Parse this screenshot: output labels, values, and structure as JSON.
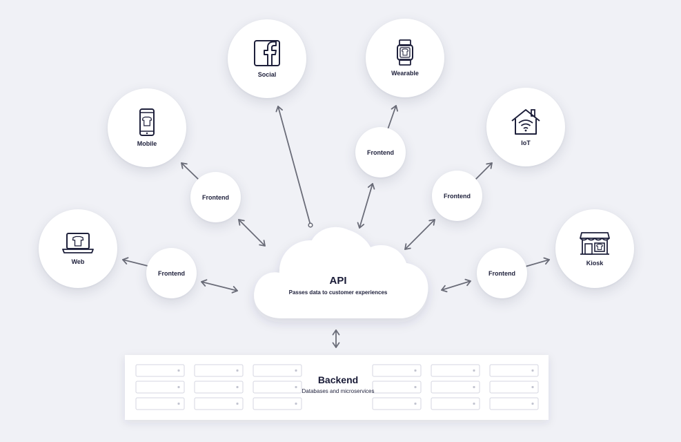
{
  "api": {
    "title": "API",
    "subtitle": "Passes data to customer experiences"
  },
  "backend": {
    "title": "Backend",
    "subtitle": "Databases and microservices"
  },
  "channels": {
    "social": {
      "label": "Social",
      "icon": "facebook-icon"
    },
    "wearable": {
      "label": "Wearable",
      "icon": "smartwatch-icon"
    },
    "mobile": {
      "label": "Mobile",
      "icon": "smartphone-icon"
    },
    "iot": {
      "label": "IoT",
      "icon": "smart-home-icon"
    },
    "web": {
      "label": "Web",
      "icon": "laptop-icon"
    },
    "kiosk": {
      "label": "Kiosk",
      "icon": "storefront-icon"
    }
  },
  "frontend_label": "Frontend",
  "colors": {
    "background": "#f0f1f6",
    "node_fill": "#ffffff",
    "text": "#1d1f3a",
    "arrow": "#6a6c78",
    "icon": "#1d1f3a"
  }
}
